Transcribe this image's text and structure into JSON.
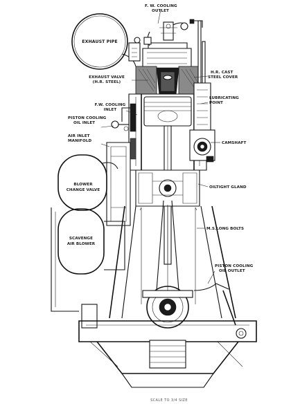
{
  "drawing": {
    "labels": {
      "fw_cooling_outlet_1": "F. W. COOLING",
      "fw_cooling_outlet_2": "OUTLET",
      "exhaust_pipe": "EXHAUST PIPE",
      "exhaust_valve_1": "EXHAUST VALVE",
      "exhaust_valve_2": "(H.R. STEEL)",
      "hr_cast_1": "H.R. CAST",
      "hr_cast_2": "STEEL COVER",
      "fw_cooling_inlet_1": "F.W. COOLING",
      "fw_cooling_inlet_2": "INLET",
      "lubricating_1": "LUBRICATING",
      "lubricating_2": "POINT",
      "piston_cooling_inlet_1": "PISTON COOLING",
      "piston_cooling_inlet_2": "OIL INLET",
      "air_inlet_1": "AIR INLET",
      "air_inlet_2": "MANIFOLD",
      "camshaft": "CAMSHAFT",
      "blower_change_1": "BLOWER",
      "blower_change_2": "CHANGE VALVE",
      "oiltight_gland": "OILTIGHT GLAND",
      "ms_long_bolts": "M.S.LONG BOLTS",
      "scavenge_1": "SCAVENGE",
      "scavenge_2": "AIR BLOWER",
      "piston_oil_outlet_1": "PISTON COOLING",
      "piston_oil_outlet_2": "OIL OUTLET"
    },
    "caption": "SCALE TO 3/4 SIZE"
  }
}
